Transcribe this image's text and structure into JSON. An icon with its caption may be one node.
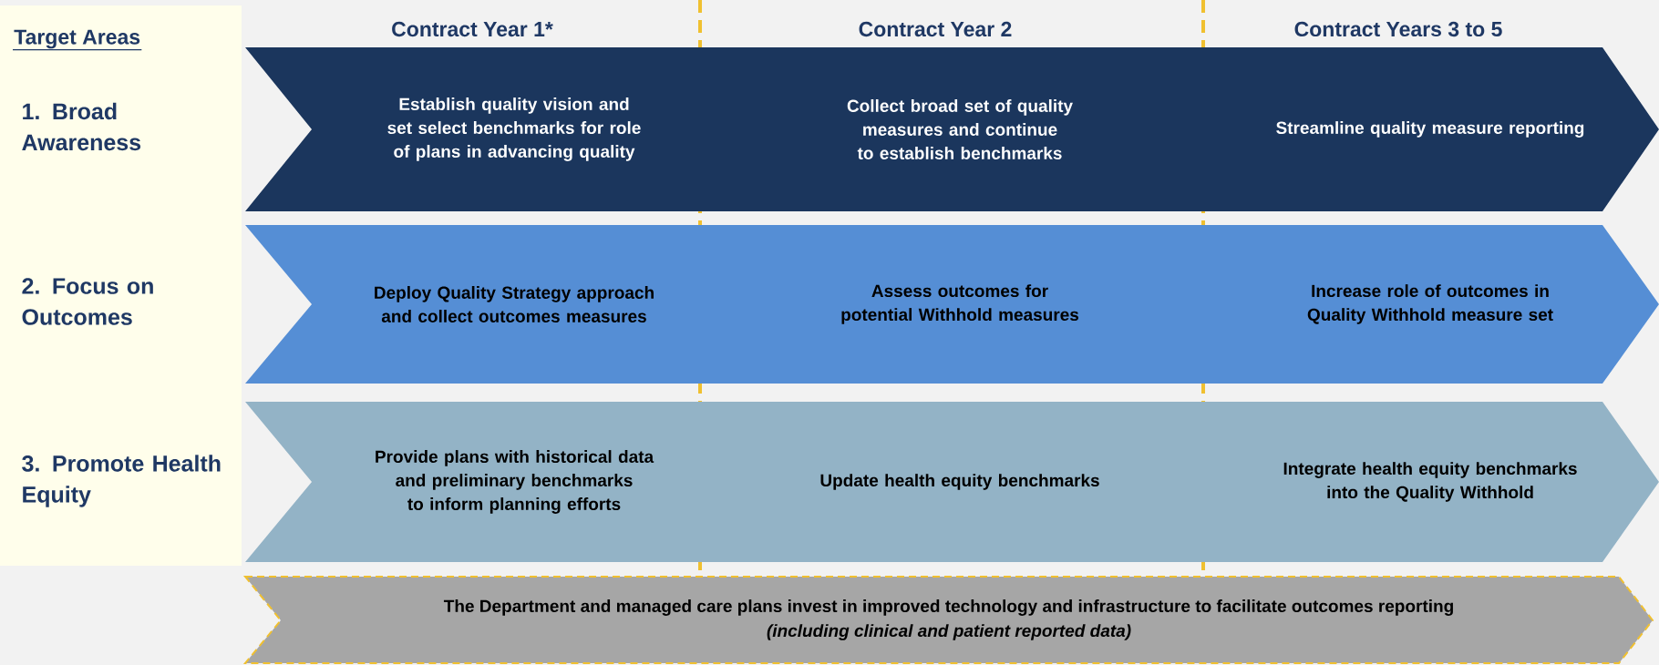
{
  "diagram": {
    "nodes": [
      {
        "text": [
          "Target Areas",
          "1. Broad Awareness",
          "2. Focus on Outcomes",
          "3. Promote Health Equity"
        ]
      },
      {
        "text": [
          "Establish quality vision and set select benchmarks for role of plans in advancing quality",
          "Collect broad set of quality measures and continue to establish benchmarks",
          "Streamline quality measure reporting"
        ]
      },
      {
        "text": [
          "Deploy Quality Strategy approach and collect outcomes measures",
          "Assess outcomes for potential Withhold measures",
          "Increase role of outcomes in Quality Withhold measure set"
        ]
      },
      {
        "text": [
          "Provide plans with historical data and preliminary benchmarks to inform planning efforts",
          "Update health equity benchmarks",
          "Integrate health equity benchmarks into the Quality Withhold"
        ]
      },
      {
        "text": [
          "The Department and managed care plans invest in improved technology and infrastructure to facilitate outcomes reporting",
          "(including clinical and patient reported data)"
        ]
      }
    ],
    "labels": [
      "Contract Year 1*",
      "Contract Year 2",
      "Contract Years 3 to 5"
    ]
  }
}
